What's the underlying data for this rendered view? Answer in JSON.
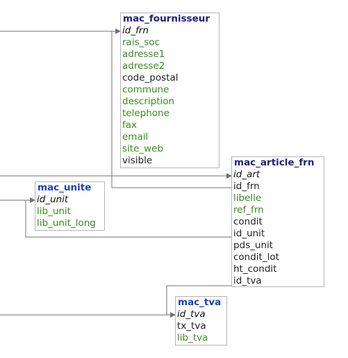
{
  "colors": {
    "title_dark": "#1a237e",
    "title_blue": "#1a3fc8",
    "field_green": "#3a8a1e",
    "field_black": "#222222",
    "key_black": "#111111",
    "box_border": "#b5b5b5",
    "wire": "#707070"
  },
  "tables": {
    "fournisseur": {
      "title": "mac_fournisseur",
      "fields": [
        {
          "name": "id_frn",
          "kind": "pk"
        },
        {
          "name": "rais_soc",
          "kind": "opt"
        },
        {
          "name": "adresse1",
          "kind": "opt"
        },
        {
          "name": "adresse2",
          "kind": "opt"
        },
        {
          "name": "code_postal",
          "kind": "req"
        },
        {
          "name": "commune",
          "kind": "opt"
        },
        {
          "name": "description",
          "kind": "opt"
        },
        {
          "name": "telephone",
          "kind": "opt"
        },
        {
          "name": "fax",
          "kind": "opt"
        },
        {
          "name": "email",
          "kind": "opt"
        },
        {
          "name": "site_web",
          "kind": "opt"
        },
        {
          "name": "visible",
          "kind": "req"
        }
      ]
    },
    "unite": {
      "title": "mac_unite",
      "fields": [
        {
          "name": "id_unit",
          "kind": "pk"
        },
        {
          "name": "lib_unit",
          "kind": "opt"
        },
        {
          "name": "lib_unit_long",
          "kind": "opt"
        }
      ]
    },
    "article_frn": {
      "title": "mac_article_frn",
      "fields": [
        {
          "name": "id_art",
          "kind": "pk"
        },
        {
          "name": "id_frn",
          "kind": "req"
        },
        {
          "name": "libelle",
          "kind": "opt"
        },
        {
          "name": "ref_frn",
          "kind": "opt"
        },
        {
          "name": "condit",
          "kind": "req"
        },
        {
          "name": "id_unit",
          "kind": "req"
        },
        {
          "name": "pds_unit",
          "kind": "req"
        },
        {
          "name": "condit_lot",
          "kind": "req"
        },
        {
          "name": "ht_condit",
          "kind": "req"
        },
        {
          "name": "id_tva",
          "kind": "req"
        }
      ]
    },
    "tva": {
      "title": "mac_tva",
      "fields": [
        {
          "name": "id_tva",
          "kind": "pk"
        },
        {
          "name": "tx_tva",
          "kind": "req"
        },
        {
          "name": "lib_tva",
          "kind": "opt"
        }
      ]
    }
  }
}
